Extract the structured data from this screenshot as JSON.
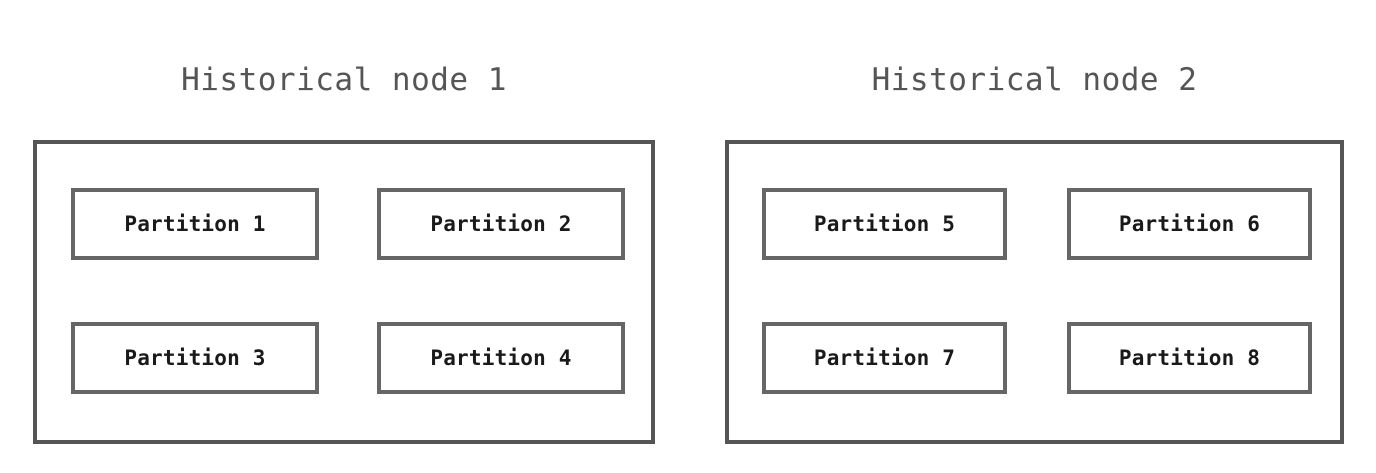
{
  "diagram": {
    "type": "node-partition-layout",
    "background_color": "#ffffff",
    "border_color": "#555555",
    "partition_border_color": "#666666",
    "title_color": "#555555",
    "label_color": "#1a1a1a",
    "nodes": [
      {
        "id": "node-1",
        "title": "Historical node 1",
        "partitions": [
          {
            "label": "Partition 1"
          },
          {
            "label": "Partition 2"
          },
          {
            "label": "Partition 3"
          },
          {
            "label": "Partition 4"
          }
        ]
      },
      {
        "id": "node-2",
        "title": "Historical node 2",
        "partitions": [
          {
            "label": "Partition 5"
          },
          {
            "label": "Partition 6"
          },
          {
            "label": "Partition 7"
          },
          {
            "label": "Partition 8"
          }
        ]
      }
    ]
  }
}
